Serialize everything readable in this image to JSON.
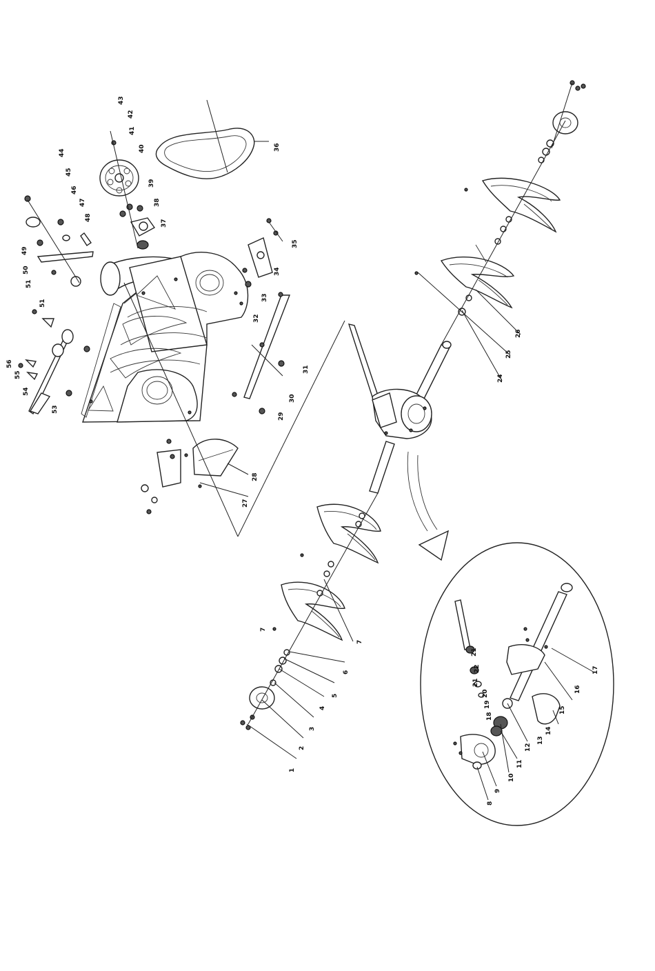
{
  "callouts": {
    "n1": "1",
    "n2": "2",
    "n3": "3",
    "n4": "4",
    "n5": "5",
    "n6": "6",
    "n7": "7",
    "n8": "8",
    "n9": "9",
    "n10": "10",
    "n11": "11",
    "n12": "12",
    "n13": "13",
    "n14": "14",
    "n15": "15",
    "n16": "16",
    "n17": "17",
    "n18": "18",
    "n19": "19",
    "n20": "20",
    "n21": "21",
    "n22": "22",
    "n24": "24",
    "n25": "25",
    "n26": "26",
    "n27": "27",
    "n28": "28",
    "n29": "29",
    "n30": "30",
    "n31": "31",
    "n32": "32",
    "n33": "33",
    "n34": "34",
    "n35": "35",
    "n36": "36",
    "n37": "37",
    "n38": "38",
    "n39": "39",
    "n40": "40",
    "n41": "41",
    "n42": "42",
    "n43": "43",
    "n44": "44",
    "n45": "45",
    "n46": "46",
    "n47": "47",
    "n48": "48",
    "n49": "49",
    "n50": "50",
    "n51": "51",
    "n53": "53",
    "n54": "54",
    "n55": "55",
    "n56": "56"
  },
  "colors": {
    "line": "#222222",
    "background": "#ffffff"
  }
}
